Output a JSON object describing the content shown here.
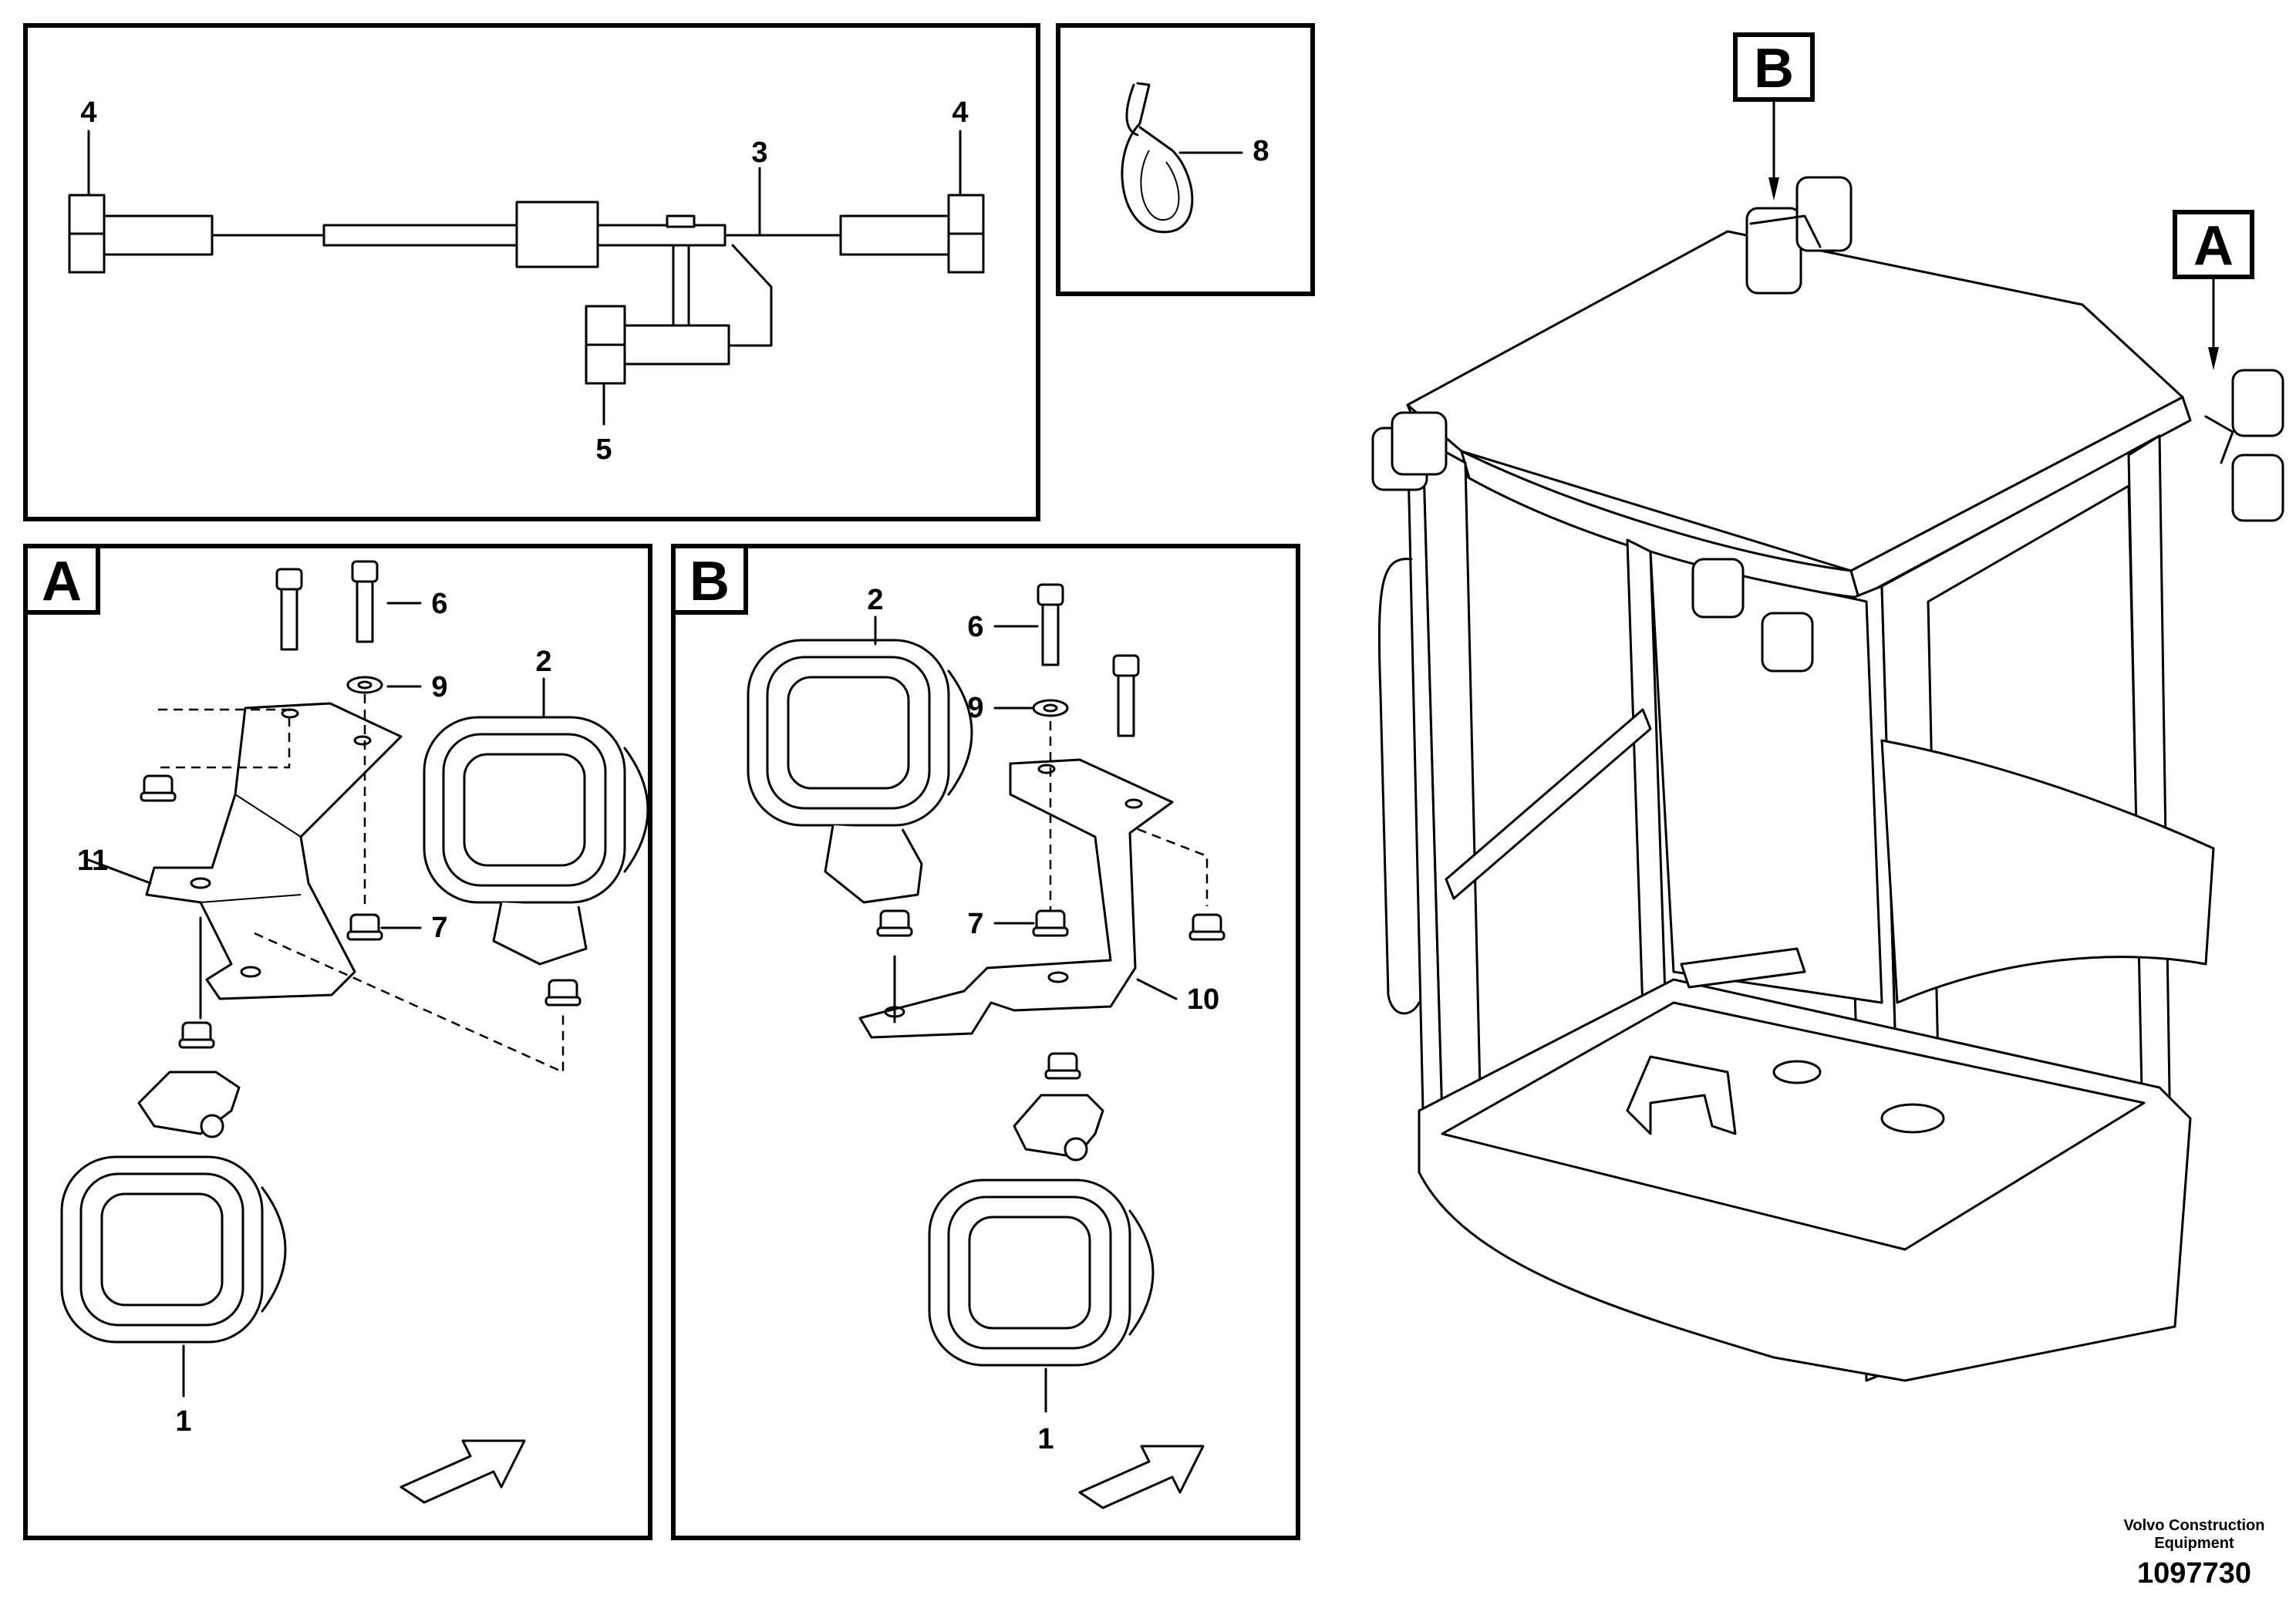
{
  "panels": {
    "harness": {
      "callouts": {
        "left_plug": "4",
        "cable": "3",
        "right_plug": "4",
        "branch_plug": "5"
      }
    },
    "cable_tie": {
      "callouts": {
        "tie": "8"
      }
    },
    "detail_a": {
      "tag": "A",
      "callouts": {
        "bolt": "6",
        "washer": "9",
        "lamp_top": "2",
        "bracket": "11",
        "nut": "7",
        "lamp_bottom": "1"
      }
    },
    "detail_b": {
      "tag": "B",
      "callouts": {
        "lamp_top": "2",
        "bolt": "6",
        "washer": "9",
        "nut": "7",
        "bracket": "10",
        "lamp_bottom": "1"
      }
    },
    "cab": {
      "tags": {
        "b": "B",
        "a": "A"
      }
    }
  },
  "footer": {
    "manufacturer_line1": "Volvo Construction",
    "manufacturer_line2": "Equipment",
    "drawing_number": "1097730"
  }
}
